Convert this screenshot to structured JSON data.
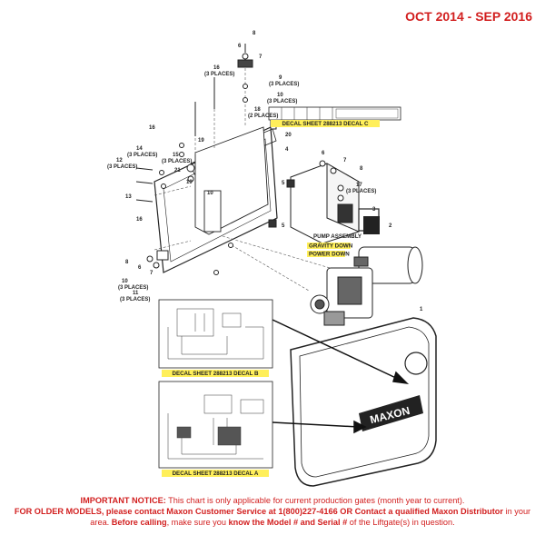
{
  "header": {
    "date_range": "OCT 2014 - SEP 2016"
  },
  "callouts": [
    {
      "id": "c1",
      "text": "1"
    },
    {
      "id": "c2",
      "text": "2"
    },
    {
      "id": "c3",
      "text": "3"
    },
    {
      "id": "c4",
      "text": "4"
    },
    {
      "id": "c5a",
      "text": "5"
    },
    {
      "id": "c5b",
      "text": "5"
    },
    {
      "id": "c6a",
      "text": "6"
    },
    {
      "id": "c6b",
      "text": "6"
    },
    {
      "id": "c6c",
      "text": "6"
    },
    {
      "id": "c7a",
      "text": "7"
    },
    {
      "id": "c7b",
      "text": "7"
    },
    {
      "id": "c7c",
      "text": "7"
    },
    {
      "id": "c8a",
      "text": "8"
    },
    {
      "id": "c8b",
      "text": "8"
    },
    {
      "id": "c8c",
      "text": "8"
    },
    {
      "id": "c9a",
      "text": "9"
    },
    {
      "id": "c9b",
      "text": "(3 PLACES)"
    },
    {
      "id": "c10a",
      "text": "10"
    },
    {
      "id": "c10b",
      "text": "(3 PLACES)"
    },
    {
      "id": "c10c",
      "text": "10"
    },
    {
      "id": "c10d",
      "text": "10"
    },
    {
      "id": "c10e",
      "text": "(3 PLACES)"
    },
    {
      "id": "c11a",
      "text": "11"
    },
    {
      "id": "c11b",
      "text": "(3 PLACES)"
    },
    {
      "id": "c12a",
      "text": "12"
    },
    {
      "id": "c12b",
      "text": "(3 PLACES)"
    },
    {
      "id": "c13",
      "text": "13"
    },
    {
      "id": "c14a",
      "text": "14"
    },
    {
      "id": "c14b",
      "text": "(3 PLACES)"
    },
    {
      "id": "c15a",
      "text": "15"
    },
    {
      "id": "c15b",
      "text": "(3 PLACES)"
    },
    {
      "id": "c16a",
      "text": "16"
    },
    {
      "id": "c16b",
      "text": "(3 PLACES)"
    },
    {
      "id": "c16c",
      "text": "16"
    },
    {
      "id": "c16d",
      "text": "16"
    },
    {
      "id": "c17a",
      "text": "17"
    },
    {
      "id": "c17b",
      "text": "(3 PLACES)"
    },
    {
      "id": "c18a",
      "text": "18"
    },
    {
      "id": "c18b",
      "text": "(2 PLACES)"
    },
    {
      "id": "c19a",
      "text": "19"
    },
    {
      "id": "c19b",
      "text": "19"
    },
    {
      "id": "c20",
      "text": "20"
    },
    {
      "id": "c21",
      "text": "21"
    }
  ],
  "labels": {
    "decal_c": "DECAL SHEET 288213 DECAL C",
    "decal_b": "DECAL SHEET 288213 DECAL B",
    "decal_a": "DECAL SHEET 288213 DECAL A",
    "pump_assembly": "PUMP ASSEMBLY",
    "gravity_down": "GRAVITY DOWN",
    "power_down": "POWER DOWN",
    "brand": "MAXON"
  },
  "notice": {
    "lead": "IMPORTANT NOTICE:",
    "line1": "This chart is only applicable for current production gates (month year to current).",
    "older_models": "FOR OLDER MODELS, please contact Maxon Customer Service at 1(800)227-4166 OR Contact a qualified Maxon Distributor",
    "line2_mid": " in your area. ",
    "before_calling": "Before calling",
    "line2_end": ", make sure you ",
    "know": "know the Model # and Serial #",
    "line2_tail": " of the Liftgate(s) in question."
  },
  "colors": {
    "notice_red": "#d21f1f",
    "highlight_yellow": "#ffef5a"
  }
}
